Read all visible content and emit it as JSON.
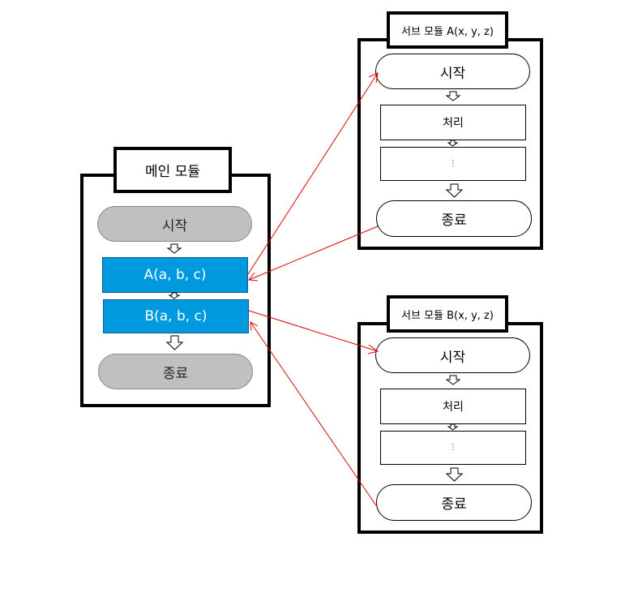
{
  "main_module": {
    "title": "메인 모듈",
    "start": "시작",
    "call_a": "A(a, b, c)",
    "call_b": "B(a, b, c)",
    "end": "종료"
  },
  "sub_module_a": {
    "title": "서브 모듈 A(x, y, z)",
    "start": "시작",
    "process": "처리",
    "ellipsis": "⋮",
    "end": "종료"
  },
  "sub_module_b": {
    "title": "서브 모듈 B(x, y, z)",
    "start": "시작",
    "process": "처리",
    "ellipsis": "⋮",
    "end": "종료"
  },
  "colors": {
    "call_fill": "#0099e0",
    "terminal_gray": "#c0c0c0",
    "connector": "#e00000"
  }
}
